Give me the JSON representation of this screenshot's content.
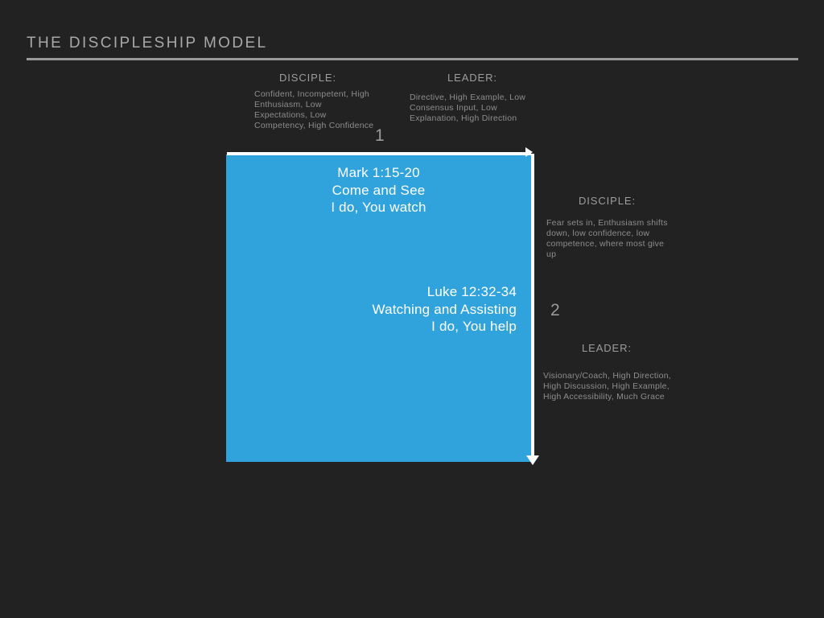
{
  "slide": {
    "title": "THE DISCIPLESHIP MODEL",
    "background_color": "#222222",
    "accent_color": "#31a3dc",
    "rule_color": "#9a9a9a",
    "text_color": "#8d8d8d",
    "panel_text_color": "#ffffff"
  },
  "stage_one": {
    "number": "1",
    "disciple_label": "DISCIPLE:",
    "disciple_desc": "Confident, Incompetent, High Enthusiasm, Low Expectations, Low Competency, High Confidence",
    "leader_label": "LEADER:",
    "leader_desc": "Directive, High Example, Low Consensus Input, Low Explanation, High Direction"
  },
  "stage_two": {
    "number": "2",
    "disciple_label": "DISCIPLE:",
    "disciple_desc": "Fear sets in, Enthusiasm shifts down, low confidence, low competence, where most give up",
    "leader_label": "LEADER:",
    "leader_desc": "Visionary/Coach, High Direction, High Discussion, High Example, High Accessibility, Much Grace"
  },
  "panel": {
    "top_scripture": "Mark 1:15-20",
    "top_phase": "Come and See",
    "top_action": "I do, You watch",
    "bottom_scripture": "Luke 12:32-34",
    "bottom_phase": "Watching and Assisting",
    "bottom_action": "I do, You help"
  }
}
